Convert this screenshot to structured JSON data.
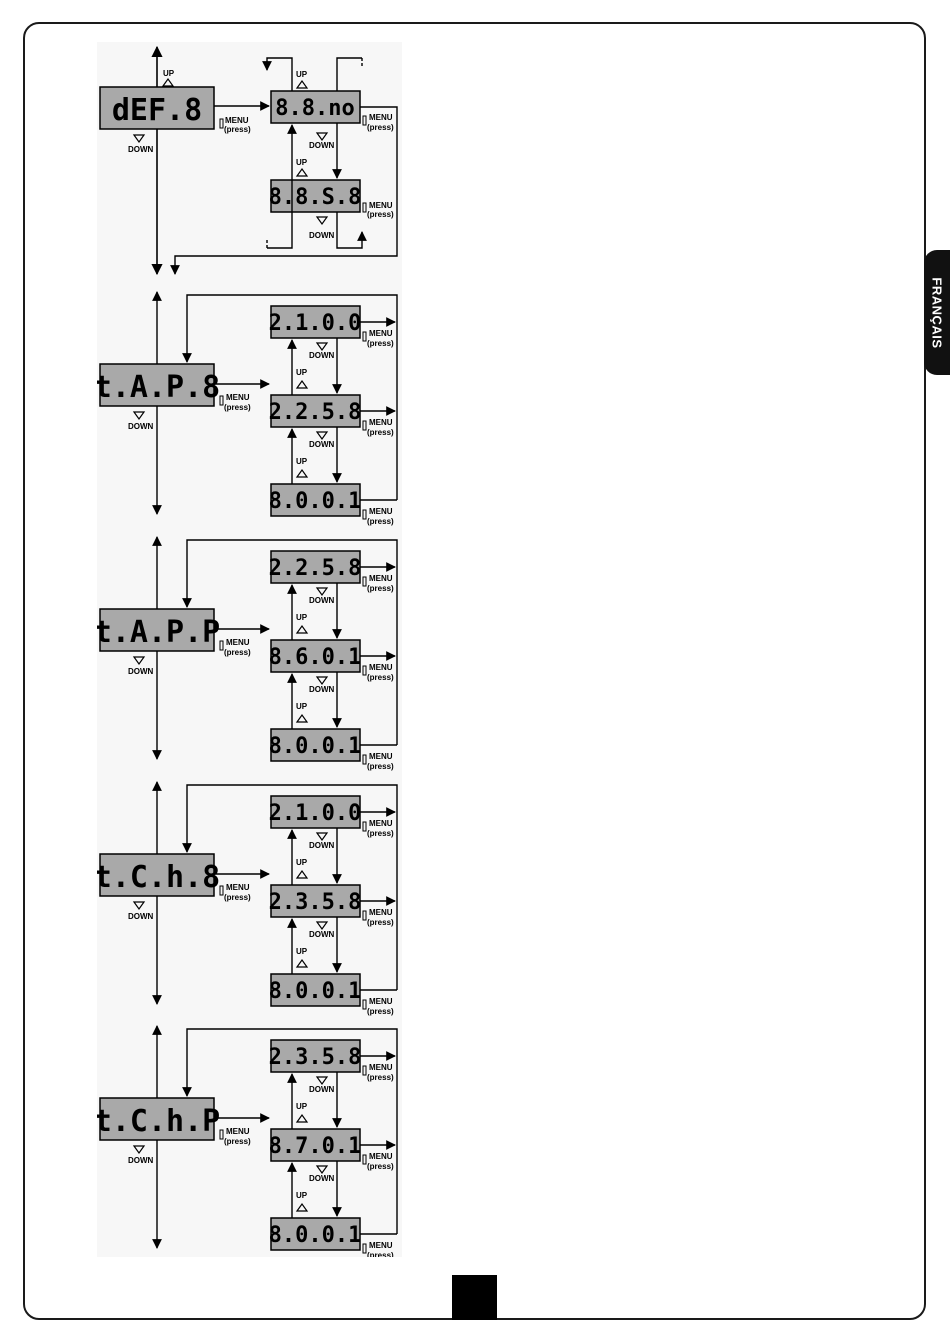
{
  "language_tab": "FRANÇAIS",
  "labels": {
    "up": "UP",
    "down": "DOWN",
    "menu": "MENU",
    "press": "(press)"
  },
  "colors": {
    "display_bg": "#a9a9a9",
    "segment_on": "#000000",
    "segment_off": "#7a7a7a",
    "panel_bg": "#f7f7f7"
  },
  "sections": [
    {
      "main_display": "dEF.8",
      "option_displays": [
        "8.8.no",
        "8.8.S.8"
      ]
    },
    {
      "main_display": "t.A.P.8",
      "option_displays": [
        "2.1.0.0",
        "2.2.5.8",
        "8.0.0.1"
      ]
    },
    {
      "main_display": "t.A.P.P",
      "option_displays": [
        "2.2.5.8",
        "8.6.0.1",
        "8.0.0.1"
      ]
    },
    {
      "main_display": "t.C.h.8",
      "option_displays": [
        "2.1.0.0",
        "2.3.5.8",
        "8.0.0.1"
      ]
    },
    {
      "main_display": "t.C.h.P",
      "option_displays": [
        "2.3.5.8",
        "8.7.0.1",
        "8.0.0.1"
      ]
    }
  ]
}
